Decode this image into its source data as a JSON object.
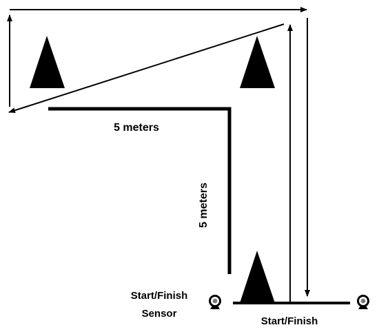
{
  "labels": {
    "horizontal_distance": "5 meters",
    "vertical_distance": "5 meters",
    "sensor_line1": "Start/Finish",
    "sensor_line2": "Sensor",
    "start_finish": "Start/Finish"
  },
  "icons": {
    "cone": "cone-icon",
    "sensor": "camera-sensor-icon"
  },
  "colors": {
    "ink": "#000000",
    "background": "#ffffff",
    "sensor_gray": "#7a7a7a"
  }
}
